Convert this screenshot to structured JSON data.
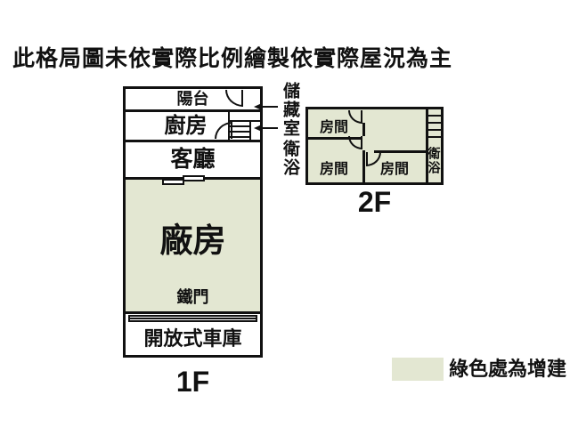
{
  "title": "此格局圖未依實際比例繪製依實際屋況為主",
  "colors": {
    "addition_green": "#e3e7d2",
    "wall": "#111111"
  },
  "floor1": {
    "name": "1F",
    "balcony": "陽台",
    "kitchen": "廚房",
    "living": "客廳",
    "workshop": "廠房",
    "iron_door": "鐵門",
    "garage": "開放式車庫",
    "callout_storage": "儲藏室",
    "callout_bath": "衛浴"
  },
  "floor2": {
    "name": "2F",
    "room_top_left": "房間",
    "room_bottom_left": "房間",
    "room_middle": "房間",
    "bath": "衛浴"
  },
  "legend": {
    "label": "綠色處為增建"
  }
}
